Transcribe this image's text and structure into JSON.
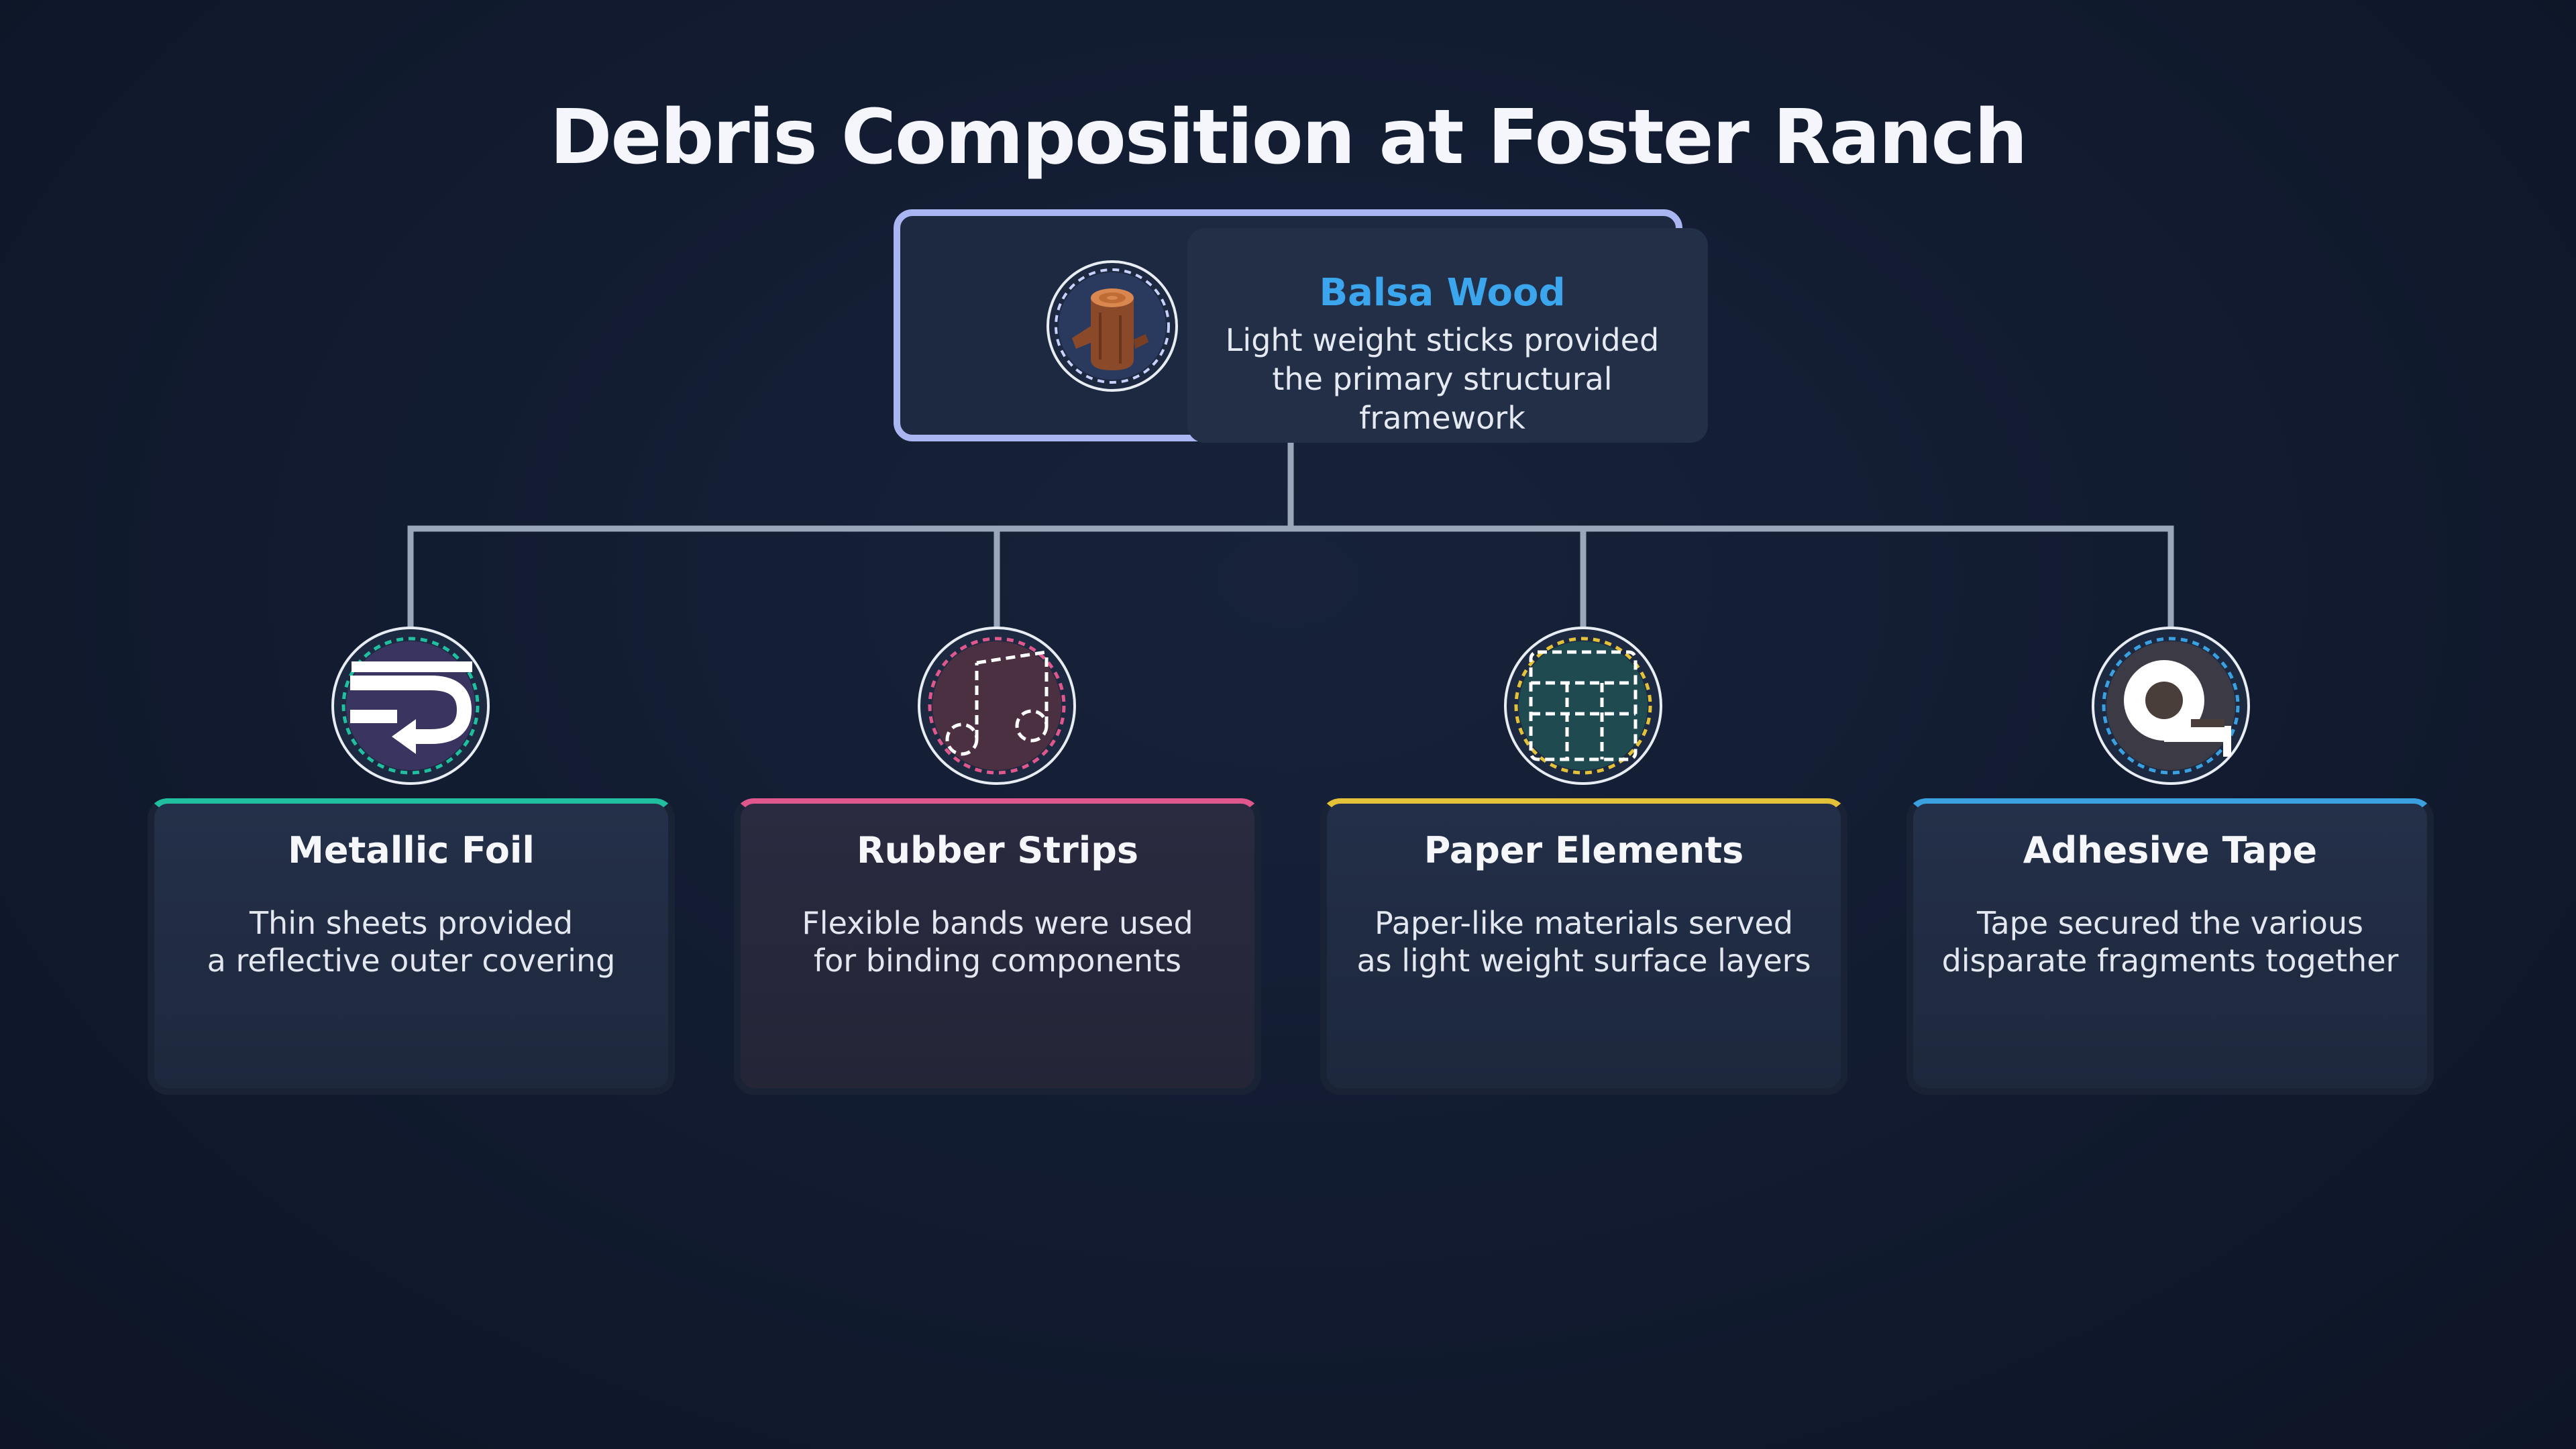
{
  "title": "Debris Composition at Foster Ranch",
  "root": {
    "name": "Balsa Wood",
    "description": "Light weight sticks provided the primary structural framework",
    "icon": "log-icon",
    "accent": "#3ba6ee"
  },
  "children": [
    {
      "name": "Metallic Foil",
      "description": "Thin sheets provided\na reflective outer covering",
      "icon": "text-wrap-icon",
      "accent": "#1fbfa0"
    },
    {
      "name": "Rubber Strips",
      "description": "Flexible bands were used\nfor binding components",
      "icon": "music-note-icon",
      "accent": "#e0578e"
    },
    {
      "name": "Paper Elements",
      "description": "Paper-like materials served\nas light weight surface layers",
      "icon": "table-grid-icon",
      "accent": "#e3c23a"
    },
    {
      "name": "Adhesive Tape",
      "description": "Tape secured the various\ndisparate fragments together",
      "icon": "tape-measure-icon",
      "accent": "#3aa0e0"
    }
  ]
}
